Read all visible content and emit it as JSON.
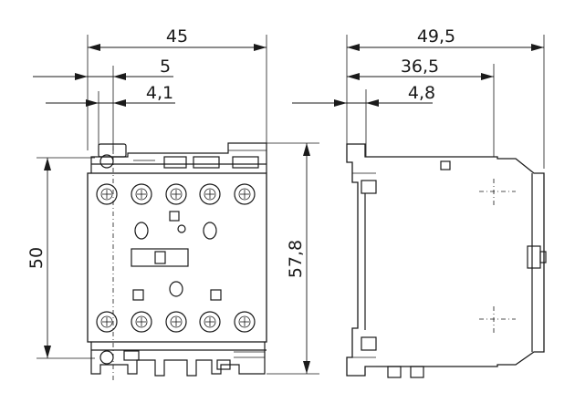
{
  "front_view": {
    "width_label": "45",
    "offset_label": "5",
    "hole_label": "4,1",
    "height_label": "50",
    "total_height_label": "57,8"
  },
  "side_view": {
    "depth_label": "49,5",
    "mount_label": "36,5",
    "rail_label": "4,8"
  }
}
